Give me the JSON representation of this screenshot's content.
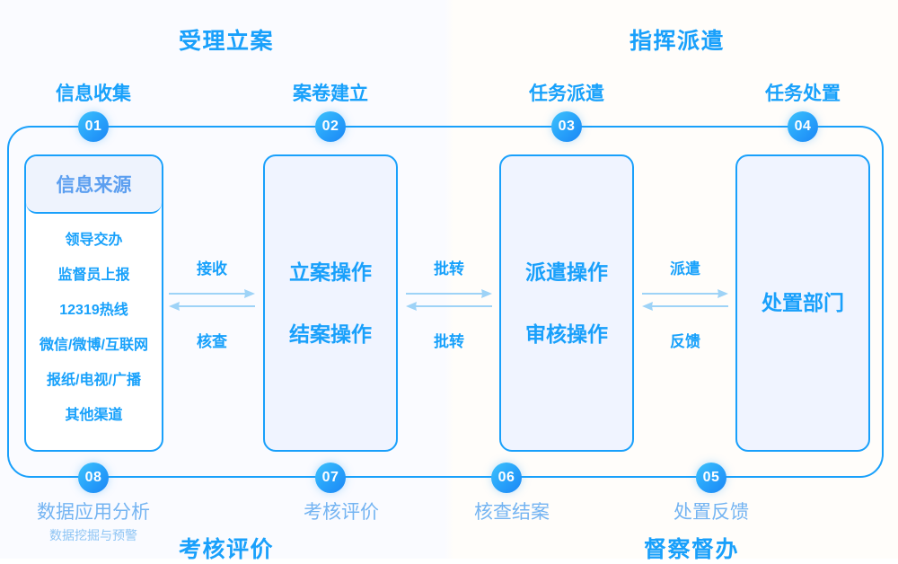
{
  "sections": {
    "top_left": "受理立案",
    "top_right": "指挥派遣",
    "bottom_left": "考核评价",
    "bottom_right": "督察督办"
  },
  "steps_top": [
    {
      "num": "01",
      "label": "信息收集"
    },
    {
      "num": "02",
      "label": "案卷建立"
    },
    {
      "num": "03",
      "label": "任务派遣"
    },
    {
      "num": "04",
      "label": "任务处置"
    }
  ],
  "steps_bottom": [
    {
      "num": "08",
      "label": "数据应用分析",
      "sub": "数据挖掘与预警"
    },
    {
      "num": "07",
      "label": "考核评价",
      "sub": ""
    },
    {
      "num": "06",
      "label": "核查结案",
      "sub": ""
    },
    {
      "num": "05",
      "label": "处置反馈",
      "sub": ""
    }
  ],
  "source_card": {
    "header": "信息来源",
    "items": [
      "领导交办",
      "监督员上报",
      "12319热线",
      "微信/微博/互联网",
      "报纸/电视/广播",
      "其他渠道"
    ]
  },
  "cards": [
    {
      "lines": [
        "立案操作",
        "结案操作"
      ]
    },
    {
      "lines": [
        "派遣操作",
        "审核操作"
      ]
    },
    {
      "lines": [
        "处置部门"
      ]
    }
  ],
  "connectors": [
    {
      "forward": "接收",
      "backward": "核查"
    },
    {
      "forward": "批转",
      "backward": "批转"
    },
    {
      "forward": "派遣",
      "backward": "反馈"
    }
  ],
  "colors": {
    "accent": "#19a0fb",
    "accent_light": "#74b4f2",
    "card_fill": "#f0f4ff",
    "badge_gradient_from": "#3fc3fb",
    "badge_gradient_to": "#1b86f5",
    "bg_left": "#fafbff",
    "bg_right": "#fffdfa"
  }
}
